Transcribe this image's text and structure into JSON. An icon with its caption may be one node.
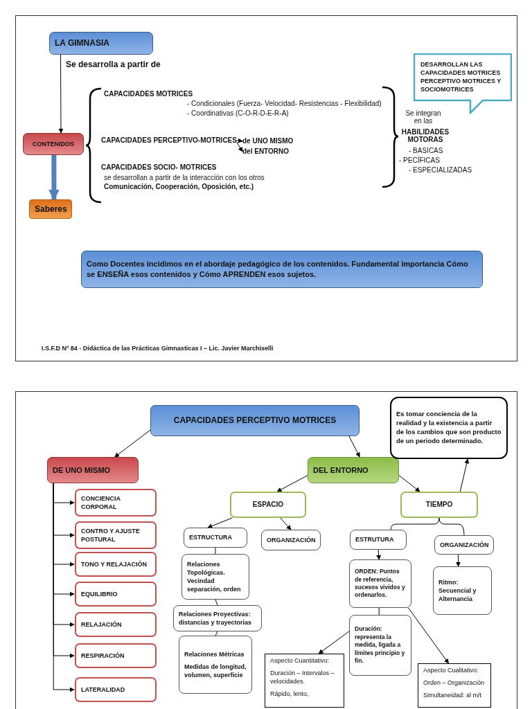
{
  "diagram": {
    "nodes": [
      {
        "text": [
          "LA  GIMNASIA"
        ]
      },
      {
        "text": [
          "CONTENIDOS"
        ]
      },
      {
        "text": [
          "Saberes"
        ]
      },
      {
        "text": [
          "DESARROLLAN LAS CAPACIDADES MOTRICES PERCEPTIVO MOTRICES Y SOCIOMOTRICES"
        ]
      },
      {
        "text": [
          "CAPACIDADES PERCEPTIVO-MOTRICES"
        ]
      },
      {
        "text": [
          "de UNO MISMO"
        ]
      },
      {
        "text": [
          "del  ENTORNO"
        ]
      },
      {
        "text": [
          "Como Docentes incidimos en el abordaje pedagógico de los contenidos. Fundamental importancia Cómo se ENSEÑA esos contenidos  y Cómo APRENDEN esos sujetos."
        ]
      },
      {
        "text": [
          "CAPACIDADES PERCEPTIVO MOTRICES"
        ]
      },
      {
        "text": [
          "DE UNO  MISMO"
        ]
      },
      {
        "text": [
          "DEL   ENTORNO"
        ]
      },
      {
        "text": [
          "Es tomar conciencia de la realidad y la existencia a partir de los cambios que son producto de un periodo determinado."
        ]
      },
      {
        "text": [
          "CONCIENCIA CORPORAL"
        ]
      },
      {
        "text": [
          "CONTRO Y AJUSTE POSTURAL"
        ]
      },
      {
        "text": [
          "TONO Y RELAJACIÓN"
        ]
      },
      {
        "text": [
          "EQUILIBRIO"
        ]
      },
      {
        "text": [
          "RELAJACIÓN"
        ]
      },
      {
        "text": [
          "RESPIRACIÓN"
        ]
      },
      {
        "text": [
          "LATERALIDAD"
        ]
      },
      {
        "text": [
          "ESPACIO"
        ]
      },
      {
        "text": [
          "TIEMPO"
        ]
      },
      {
        "text": [
          "ESTRUCTURA"
        ]
      },
      {
        "text": [
          "ORGANIZACIÓN"
        ]
      },
      {
        "text": [
          "Relaciones Topológicas. Vecindad separación, orden"
        ]
      },
      {
        "text": [
          "Relaciones  Proyectivas: distancias y trayectorias"
        ]
      },
      {
        "text": [
          "Relaciones Métricas",
          "Medidas de longitud, volumen, superficie"
        ]
      },
      {
        "text": [
          "ESTRUTURA"
        ]
      },
      {
        "text": [
          "ORGANIZACIÓN"
        ]
      },
      {
        "text": [
          "ORDEN: Puntos de referencia, sucesos vividos y ordenarlos."
        ]
      },
      {
        "text": [
          "Ritmo: Secuencial y Alternancia"
        ]
      },
      {
        "text": [
          "Duración: representa la medida, ligada a límites principio y fin."
        ]
      },
      {
        "text": [
          "Aspecto Cuantitativo:",
          "Duración – Intervalos – velocidades.",
          "Rápido, lento,"
        ]
      },
      {
        "text": [
          "Aspecto Cualitativo:",
          "Orden – Organización",
          "Simultaneidad: al  m/t"
        ]
      }
    ],
    "edges": [
      {
        "from": 0,
        "to": 1,
        "arrow": "to",
        "label": "Se desarrolla a partir de"
      },
      {
        "from": 1,
        "to": 2,
        "arrow": "to",
        "style": "thick",
        "color": "#4f81bd"
      },
      {
        "from": 4,
        "to": 5,
        "arrow": "to"
      },
      {
        "from": 4,
        "to": 6,
        "arrow": "to"
      },
      {
        "from": 8,
        "to": 9,
        "arrow": "to"
      },
      {
        "from": 8,
        "to": 10,
        "arrow": "to"
      },
      {
        "from": 10,
        "to": 19,
        "arrow": "to"
      },
      {
        "from": 10,
        "to": 20,
        "arrow": "to"
      },
      {
        "from": 20,
        "to": 11,
        "arrow": "to"
      },
      {
        "from": 9,
        "to": 12,
        "arrow": "to"
      },
      {
        "from": 9,
        "to": 13,
        "arrow": "to"
      },
      {
        "from": 9,
        "to": 14,
        "arrow": "to"
      },
      {
        "from": 9,
        "to": 15,
        "arrow": "to"
      },
      {
        "from": 9,
        "to": 16,
        "arrow": "to"
      },
      {
        "from": 9,
        "to": 17,
        "arrow": "to"
      },
      {
        "from": 9,
        "to": 18,
        "arrow": "to"
      },
      {
        "from": 19,
        "to": 21,
        "arrow": "to"
      },
      {
        "from": 19,
        "to": 22,
        "arrow": "to"
      },
      {
        "from": 21,
        "to": 23,
        "arrow": "none"
      },
      {
        "from": 23,
        "to": 24,
        "arrow": "none"
      },
      {
        "from": 24,
        "to": 25,
        "arrow": "none"
      },
      {
        "from": 20,
        "to": 26,
        "arrow": "none"
      },
      {
        "from": 20,
        "to": 27,
        "arrow": "none"
      },
      {
        "from": 26,
        "to": 28,
        "arrow": "to"
      },
      {
        "from": 27,
        "to": 29,
        "arrow": "to"
      },
      {
        "from": 28,
        "to": 30,
        "arrow": "none"
      },
      {
        "from": 30,
        "to": 31,
        "arrow": "to"
      },
      {
        "from": 28,
        "to": 32,
        "arrow": "to"
      }
    ],
    "labels": [
      "CAPACIDADES MOTRICES",
      "- Condicionales (Fuerza- Velocidad- Resistencias - Flexibilidad)",
      "- Coordinativas  (C-O-R-D-E-R-A)",
      "CAPACIDADES SOCIO- MOTRICES",
      "se desarrollan a partir de la interacción con los otros",
      "Comunicación, Cooperación, Oposición, etc.)",
      "Se integran en las",
      "HABILIDADES MOTORAS",
      "- BASICAS",
      "- PECÍFICAS",
      "- ESPECIALIZADAS",
      "I.S.F.D Nº 84  - Didáctica de las Prácticas Gimnasticas I – Lic. Javier Marchiselli"
    ]
  }
}
